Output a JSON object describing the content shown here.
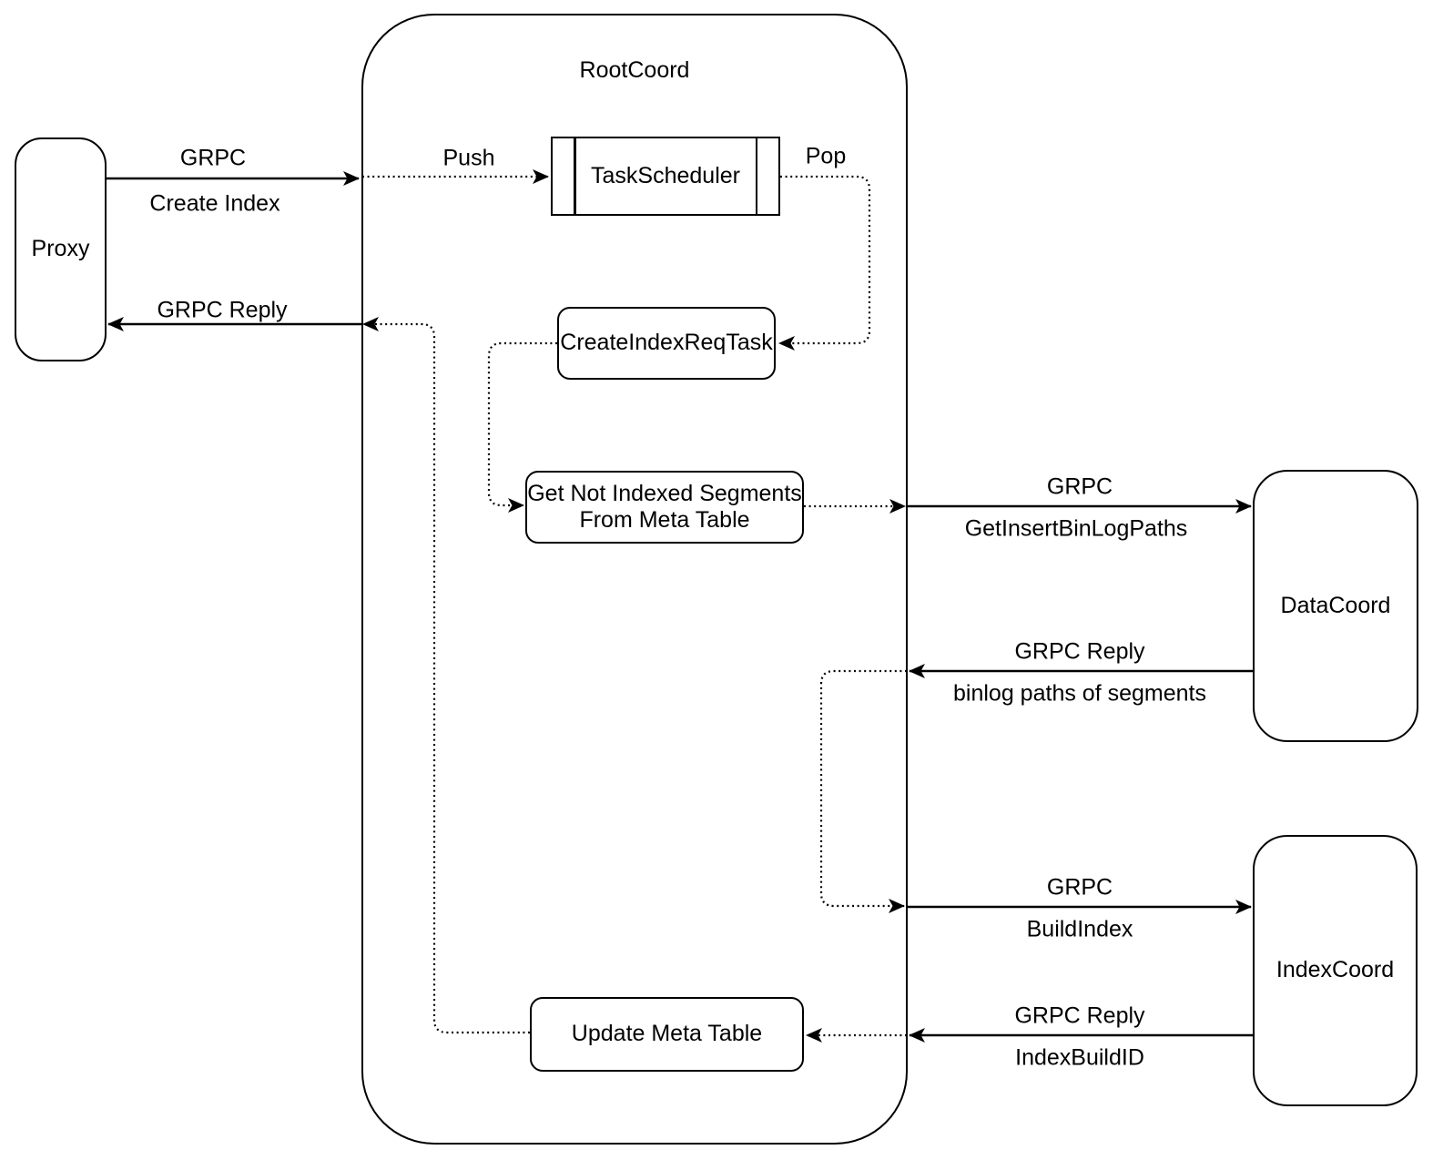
{
  "diagram": {
    "background": "#ffffff",
    "stroke_color": "#000000",
    "text_color": "#000000",
    "container": {
      "label": "RootCoord"
    },
    "nodes": {
      "proxy": {
        "label": "Proxy"
      },
      "task_scheduler": {
        "label": "TaskScheduler"
      },
      "create_index_req_task": {
        "label": "CreateIndexReqTask"
      },
      "get_not_indexed_segments": {
        "label": "Get Not Indexed Segments\nFrom Meta Table"
      },
      "update_meta_table": {
        "label": "Update Meta Table"
      },
      "data_coord": {
        "label": "DataCoord"
      },
      "index_coord": {
        "label": "IndexCoord"
      }
    },
    "edge_labels": {
      "create_index_grpc": "GRPC",
      "create_index": "Create Index",
      "push": "Push",
      "pop": "Pop",
      "grpc_reply_to_proxy": "GRPC Reply",
      "get_insert_grpc": "GRPC",
      "get_insert_binlog_paths": "GetInsertBinLogPaths",
      "binlog_reply_grpc": "GRPC Reply",
      "binlog_paths_of_segments": "binlog paths of segments",
      "build_index_grpc": "GRPC",
      "build_index": "BuildIndex",
      "index_build_reply_grpc": "GRPC Reply",
      "index_build_id": "IndexBuildID"
    }
  }
}
